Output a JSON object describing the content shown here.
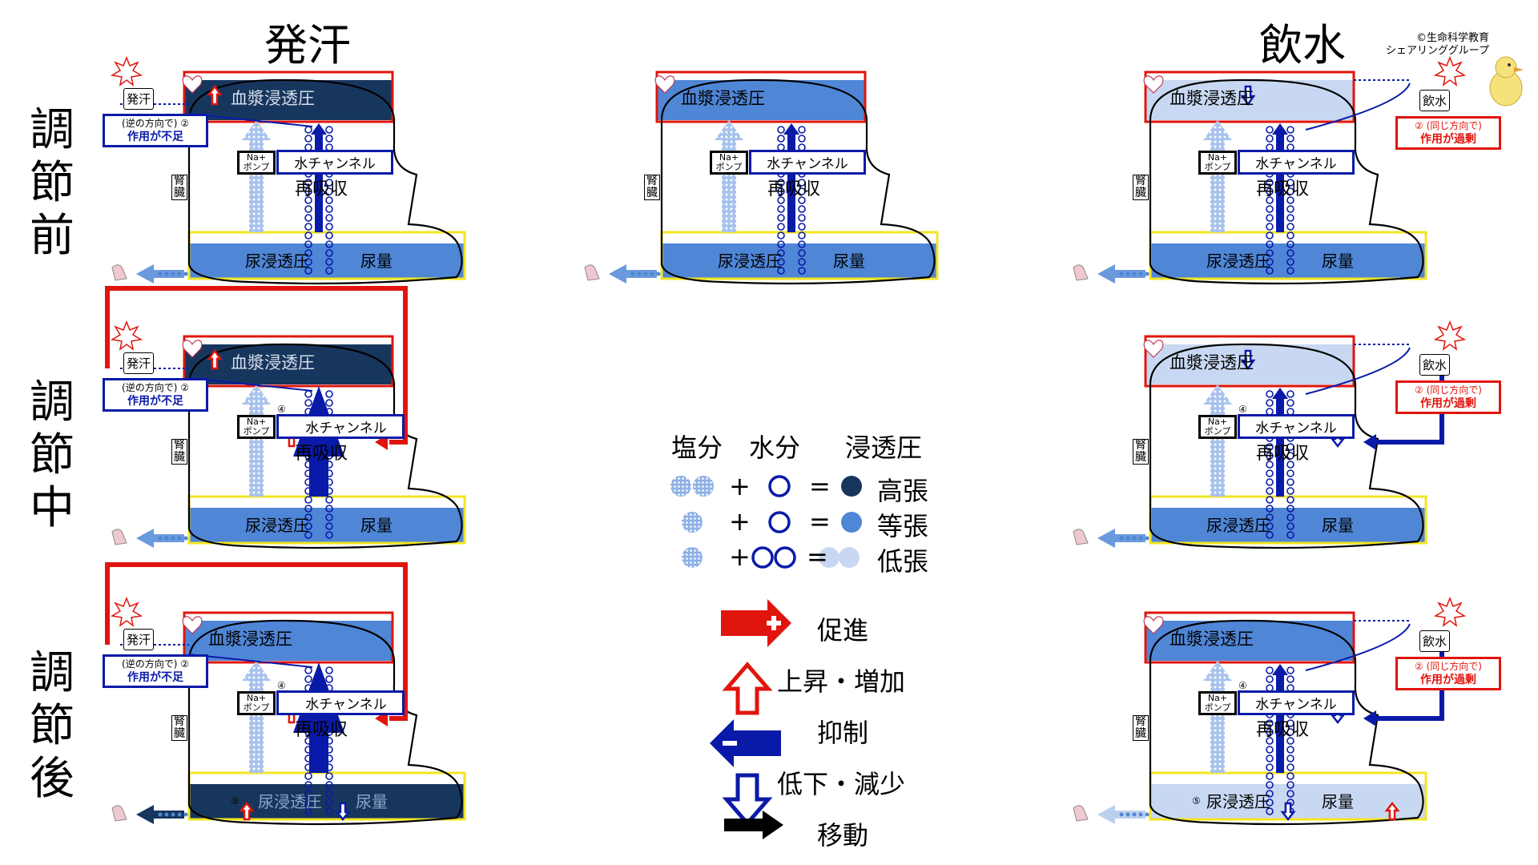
{
  "headers": {
    "left": "発汗",
    "right": "飲水"
  },
  "copyright": [
    "©生命科学教育",
    "シェアリンググループ"
  ],
  "rows": [
    [
      "調",
      "節",
      "前"
    ],
    [
      "調",
      "節",
      "中"
    ],
    [
      "調",
      "節",
      "後"
    ]
  ],
  "labels": {
    "plasma": "血漿浸透圧",
    "water_channel": "水チャンネル",
    "na_pump": [
      "Na+",
      "ポンプ"
    ],
    "reabsorb": "再吸収",
    "urine_osm": "尿浸透圧",
    "urine_vol": "尿量",
    "kidney": [
      "腎",
      "臓"
    ],
    "sweat": "発汗",
    "drink": "飲水",
    "act_left": [
      "(逆の方向で) ②",
      "作用が不足"
    ],
    "act_right": [
      "② (同じ方向で)",
      "作用が過剰"
    ]
  },
  "legend": {
    "header": {
      "salt": "塩分",
      "water": "水分",
      "osm": "浸透圧"
    },
    "plus": "+",
    "equals": "=",
    "rows": [
      "高張",
      "等張",
      "低張"
    ],
    "symbols": [
      "促進",
      "上昇・増加",
      "抑制",
      "低下・減少",
      "移動"
    ]
  },
  "colors": {
    "dark_navy": "#17365d",
    "mid_blue": "#4f86d6",
    "light_blue": "#c8d8f2",
    "red": "#e0150d",
    "blue": "#0a1aa8",
    "yellow": "#f2e521"
  },
  "panels": [
    {
      "plasma_fill": "#17365d",
      "plasma_up": true,
      "box_red": true,
      "wc_up": false,
      "wc_down": false,
      "urine_fill": "#4f86d6",
      "urine_osm_up": false,
      "urine_osm_down": false,
      "urine_vol_up": false,
      "urine_vol_down": false,
      "side": "left",
      "feedback": false,
      "n4": "",
      "n5": "",
      "plasma_down": false
    },
    {
      "plasma_fill": "#4f86d6",
      "plasma_up": false,
      "box_red": true,
      "wc_up": false,
      "wc_down": false,
      "urine_fill": "#4f86d6",
      "urine_osm_up": false,
      "urine_osm_down": false,
      "urine_vol_up": false,
      "urine_vol_down": false,
      "side": "none",
      "feedback": false,
      "n4": "",
      "n5": "",
      "plasma_down": false
    },
    {
      "plasma_fill": "#c8d8f2",
      "plasma_up": false,
      "box_red": true,
      "wc_up": false,
      "wc_down": false,
      "urine_fill": "#4f86d6",
      "urine_osm_up": false,
      "urine_osm_down": false,
      "urine_vol_up": false,
      "urine_vol_down": false,
      "side": "right",
      "feedback": false,
      "n4": "",
      "n5": "",
      "plasma_down": true
    },
    {
      "plasma_fill": "#17365d",
      "plasma_up": true,
      "box_red": true,
      "wc_up": true,
      "wc_down": false,
      "urine_fill": "#4f86d6",
      "urine_osm_up": false,
      "urine_osm_down": false,
      "urine_vol_up": false,
      "urine_vol_down": false,
      "side": "left",
      "feedback": true,
      "n4": "④",
      "n5": "",
      "plasma_down": false
    },
    {
      "plasma_fill": "#c8d8f2",
      "plasma_up": false,
      "box_red": true,
      "wc_up": false,
      "wc_down": true,
      "urine_fill": "#4f86d6",
      "urine_osm_up": false,
      "urine_osm_down": false,
      "urine_vol_up": false,
      "urine_vol_down": false,
      "side": "right",
      "feedback": true,
      "n4": "④",
      "n5": "",
      "plasma_down": true
    },
    {
      "plasma_fill": "#4f86d6",
      "plasma_up": false,
      "box_red": true,
      "wc_up": true,
      "wc_down": false,
      "urine_fill": "#17365d",
      "urine_osm_up": true,
      "urine_osm_down": false,
      "urine_vol_up": false,
      "urine_vol_down": true,
      "side": "left",
      "feedback": true,
      "n4": "④",
      "n5": "⑤",
      "plasma_down": false
    },
    {
      "plasma_fill": "#4f86d6",
      "plasma_up": false,
      "box_red": true,
      "wc_up": false,
      "wc_down": true,
      "urine_fill": "#c8d8f2",
      "urine_osm_up": false,
      "urine_osm_down": true,
      "urine_vol_up": true,
      "urine_vol_down": false,
      "side": "right",
      "feedback": true,
      "n4": "④",
      "n5": "⑤",
      "plasma_down": false
    }
  ]
}
